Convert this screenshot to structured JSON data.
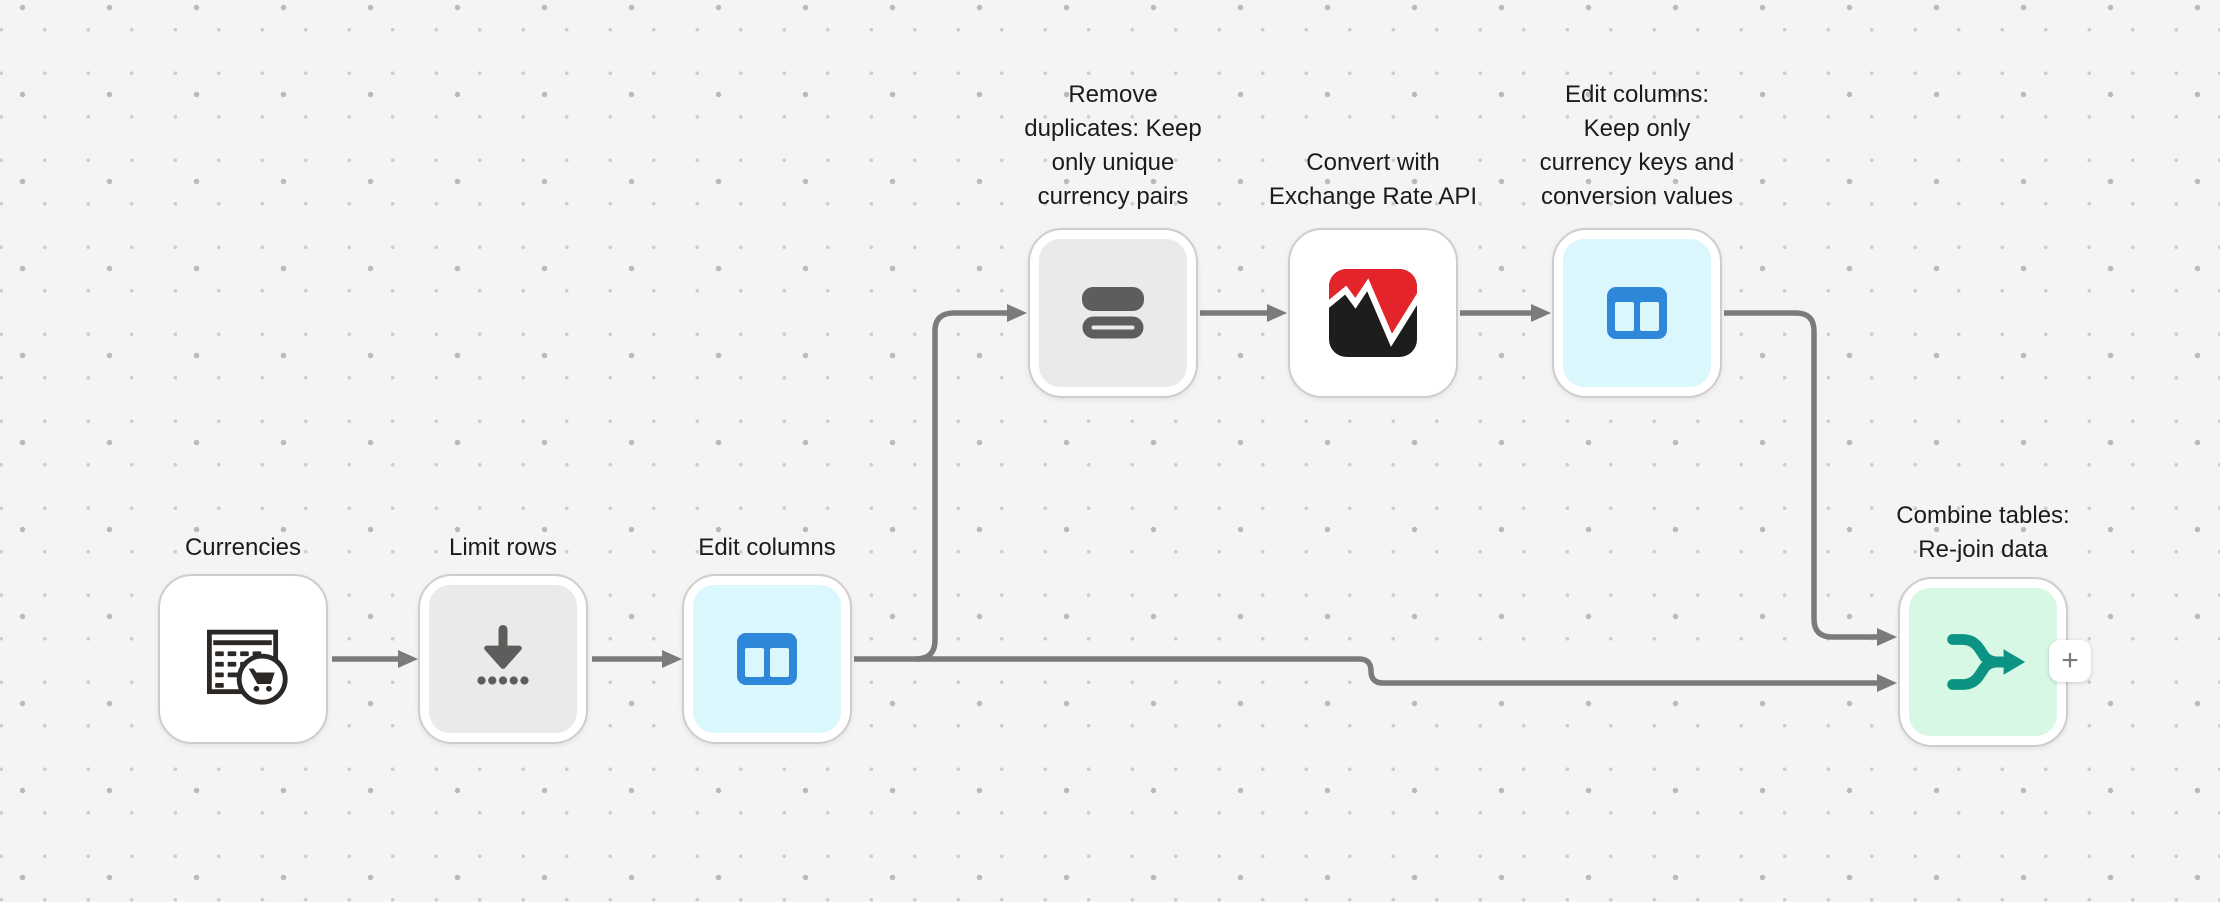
{
  "canvas": {
    "background": "#f5f4f2",
    "dot_color": "#c6c4c2",
    "edge_color": "#7b7b79"
  },
  "nodes": [
    {
      "id": "currencies",
      "label": "Currencies",
      "icon": "table-cart-icon",
      "variant": "white"
    },
    {
      "id": "limit-rows",
      "label": "Limit rows",
      "icon": "limit-rows-icon",
      "variant": "gray"
    },
    {
      "id": "edit-columns",
      "label": "Edit columns",
      "icon": "columns-icon",
      "variant": "cyan"
    },
    {
      "id": "remove-duplicates",
      "label": "Remove\nduplicates: Keep\nonly unique\ncurrency pairs",
      "icon": "rows-icon",
      "variant": "gray"
    },
    {
      "id": "convert-exchange-rate-api",
      "label": "Convert with\nExchange Rate API",
      "icon": "exchange-rate-api-icon",
      "variant": "white"
    },
    {
      "id": "edit-columns-keep",
      "label": "Edit columns:\nKeep only\ncurrency keys and\nconversion values",
      "icon": "columns-icon",
      "variant": "cyan"
    },
    {
      "id": "combine-tables",
      "label": "Combine tables:\nRe-join data",
      "icon": "merge-icon",
      "variant": "green"
    }
  ],
  "add_step_button": {
    "label": "+"
  },
  "colors": {
    "accent_blue": "#2e87d9",
    "accent_teal": "#0d9383",
    "logo_red": "#e3242b",
    "logo_black": "#1d1d1b",
    "node_gray": "#eaeae8",
    "node_cyan": "#d9f7fd",
    "node_green": "#d7f8e5",
    "icon_gray": "#5d5d5b",
    "text": "#1a1b1d"
  }
}
